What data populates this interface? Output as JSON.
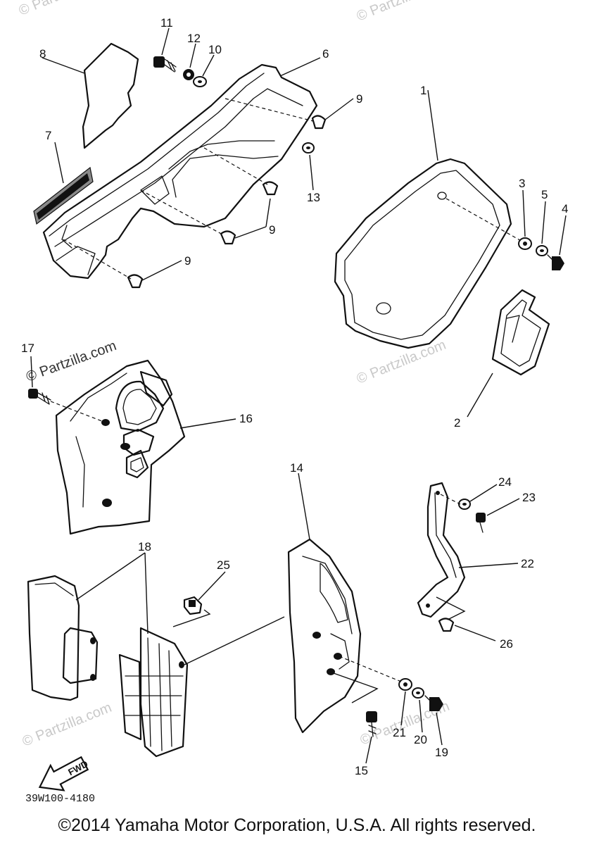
{
  "callouts": {
    "c1": "1",
    "c2": "2",
    "c3": "3",
    "c4": "4",
    "c5": "5",
    "c6": "6",
    "c7": "7",
    "c8": "8",
    "c9a": "9",
    "c9b": "9",
    "c9c": "9",
    "c10": "10",
    "c11": "11",
    "c12": "12",
    "c13": "13",
    "c14": "14",
    "c15": "15",
    "c16": "16",
    "c17": "17",
    "c18": "18",
    "c19": "19",
    "c20": "20",
    "c21": "21",
    "c22": "22",
    "c23": "23",
    "c24": "24",
    "c25": "25",
    "c26": "26"
  },
  "diagram_code": "39W100-4180",
  "fwd_label": "FWD",
  "watermarks": {
    "main": "© Partzilla.com",
    "faint": "© Partzilla.com"
  },
  "copyright": "©2014 Yamaha Motor Corporation, U.S.A. All rights reserved."
}
